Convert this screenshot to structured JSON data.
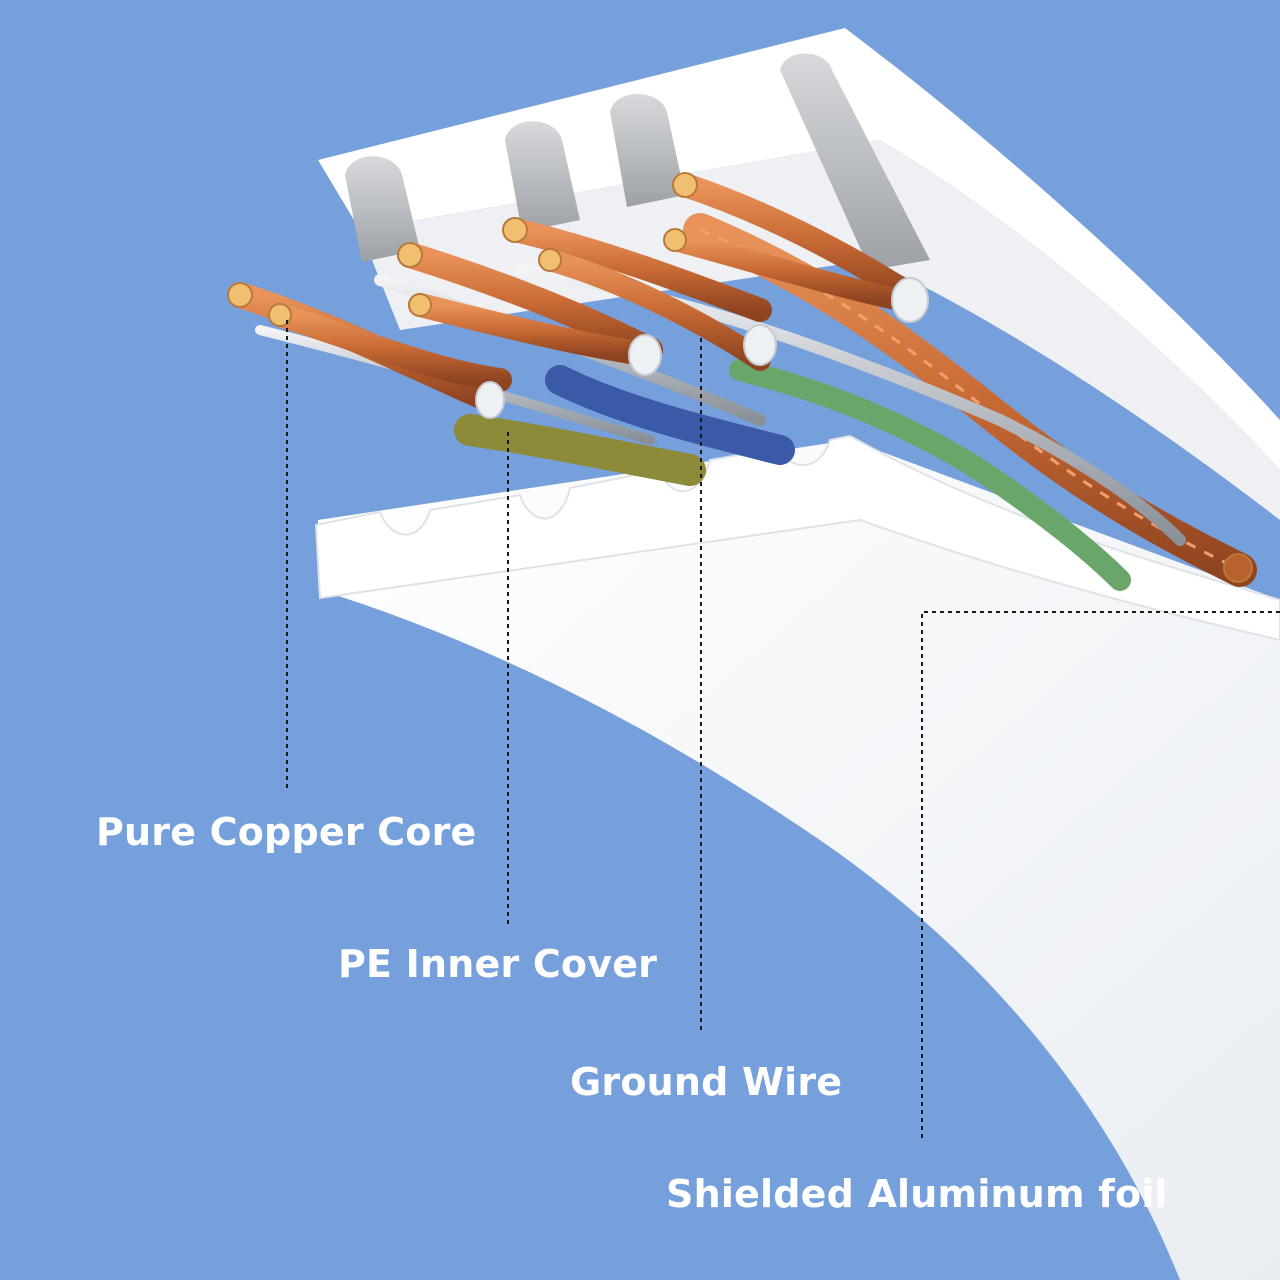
{
  "callouts": [
    {
      "id": "pure-copper-core",
      "label": "Pure Copper Core"
    },
    {
      "id": "pe-inner-cover",
      "label": "PE Inner Cover"
    },
    {
      "id": "ground-wire",
      "label": "Ground Wire"
    },
    {
      "id": "shielded-aluminum-foil",
      "label": "Shielded Aluminum foil"
    }
  ],
  "colors": {
    "background": "#76a0dc",
    "jacket": "#ffffff",
    "copper": "#c86a35",
    "label_text": "#ffffff",
    "leader_line": "#1a1a1a"
  }
}
